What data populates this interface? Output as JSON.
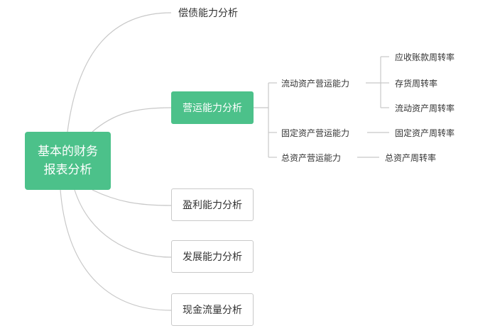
{
  "root": {
    "line1": "基本的财务",
    "line2": "报表分析"
  },
  "branches": {
    "solvency": "偿债能力分析",
    "operating": "营运能力分析",
    "profitability": "盈利能力分析",
    "development": "发展能力分析",
    "cashflow": "现金流量分析"
  },
  "operating_children": {
    "current_assets": {
      "label": "流动资产营运能力",
      "items": [
        "应收账款周转率",
        "存货周转率",
        "流动资产周转率"
      ]
    },
    "fixed_assets": {
      "label": "固定资产营运能力",
      "items": [
        "固定资产周转率"
      ]
    },
    "total_assets": {
      "label": "总资产营运能力",
      "items": [
        "总资产周转率"
      ]
    }
  },
  "colors": {
    "accent": "#4cc18a",
    "line": "#c8c8c8",
    "border": "#c9c9c9"
  }
}
